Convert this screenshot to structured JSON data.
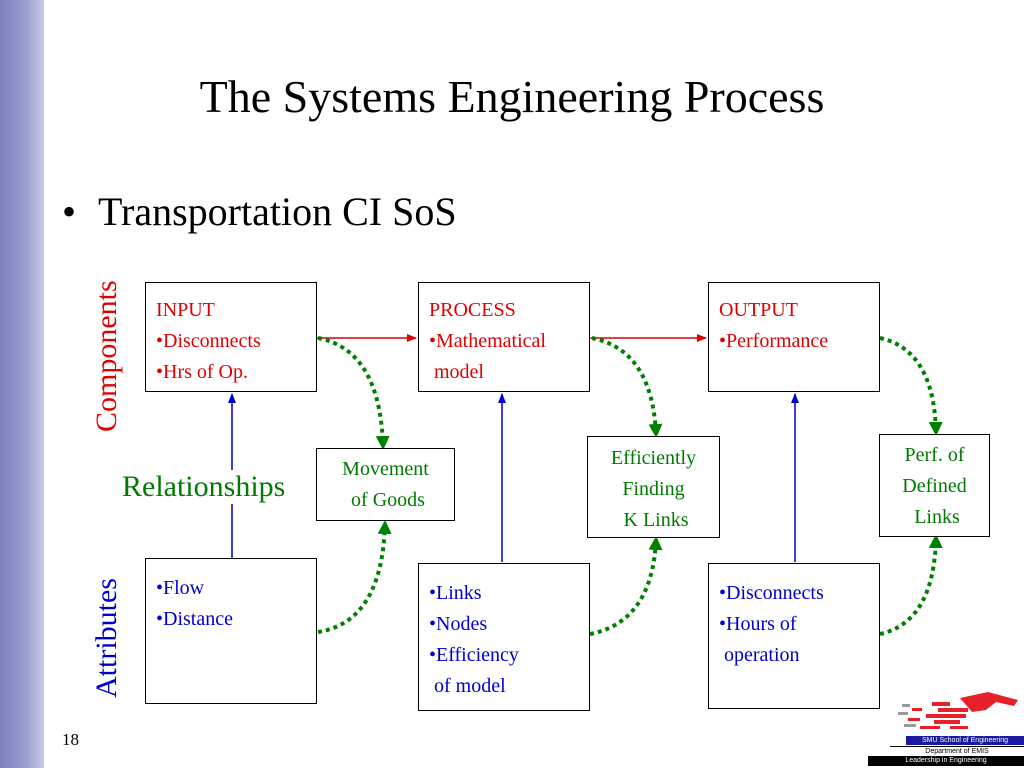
{
  "slide": {
    "title": "The Systems Engineering Process",
    "bullet": "Transportation CI SoS",
    "page_number": "18"
  },
  "labels": {
    "components": "Components",
    "attributes": "Attributes",
    "relationships": "Relationships"
  },
  "components": {
    "input": [
      "INPUT",
      "•Disconnects",
      "•Hrs of Op."
    ],
    "process": [
      "PROCESS",
      "•Mathematical",
      " model"
    ],
    "output": [
      "OUTPUT",
      "•Performance"
    ]
  },
  "relationships": {
    "movement": [
      "Movement",
      " of Goods"
    ],
    "efficiently": [
      "Efficiently",
      "Finding",
      " K Links"
    ],
    "perf": [
      "Perf. of",
      "Defined",
      " Links"
    ]
  },
  "attributes": {
    "flow": [
      "•Flow",
      "•Distance"
    ],
    "links": [
      "•Links",
      "•Nodes",
      "•Efficiency",
      " of model"
    ],
    "disconnects": [
      "•Disconnects",
      "•Hours of",
      " operation"
    ]
  },
  "logo": {
    "line1": "SMU School of Engineering",
    "line2": "Department of EMIS",
    "line3": "Leadership in Engineering"
  },
  "colors": {
    "components_text": "#e00000",
    "attributes_text": "#0000cc",
    "relationships_text": "#007a00",
    "flow_arrow": "#e00000",
    "link_arrow": "#0000cc",
    "dotted_arrow": "#008000",
    "sidebar": "#8a8ec8"
  }
}
